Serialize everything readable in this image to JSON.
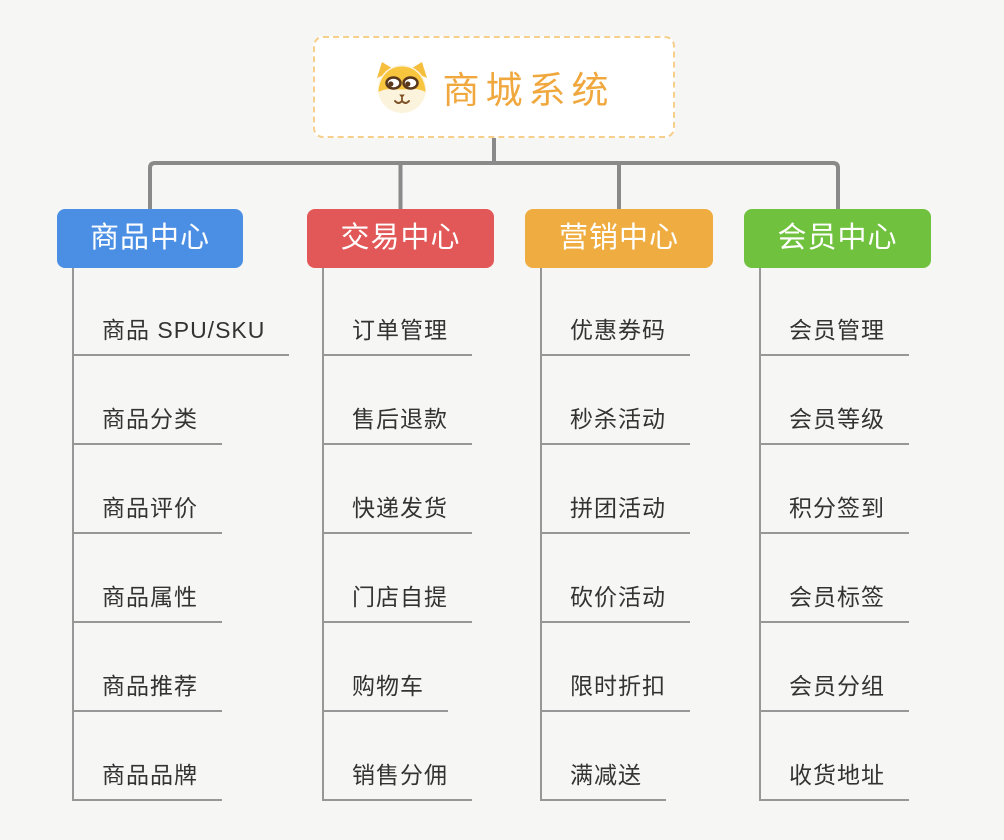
{
  "root": {
    "title": "商城系统",
    "icon": "dog-face-icon"
  },
  "branches": [
    {
      "label": "商品中心",
      "color": "#4B8FE4",
      "items": [
        "商品 SPU/SKU",
        "商品分类",
        "商品评价",
        "商品属性",
        "商品推荐",
        "商品品牌"
      ]
    },
    {
      "label": "交易中心",
      "color": "#E25757",
      "items": [
        "订单管理",
        "售后退款",
        "快递发货",
        "门店自提",
        "购物车",
        "销售分佣"
      ]
    },
    {
      "label": "营销中心",
      "color": "#EFAD41",
      "items": [
        "优惠券码",
        "秒杀活动",
        "拼团活动",
        "砍价活动",
        "限时折扣",
        "满减送"
      ]
    },
    {
      "label": "会员中心",
      "color": "#70C23E",
      "items": [
        "会员管理",
        "会员等级",
        "积分签到",
        "会员标签",
        "会员分组",
        "收货地址"
      ]
    }
  ],
  "colors": {
    "background": "#F6F6F4",
    "connector": "#8A8A8A",
    "leaf_line": "#979797",
    "leaf_text": "#333333",
    "root_title": "#F0A83E",
    "root_border": "#F6CF8B",
    "branch_text": "#FFFFFF"
  }
}
